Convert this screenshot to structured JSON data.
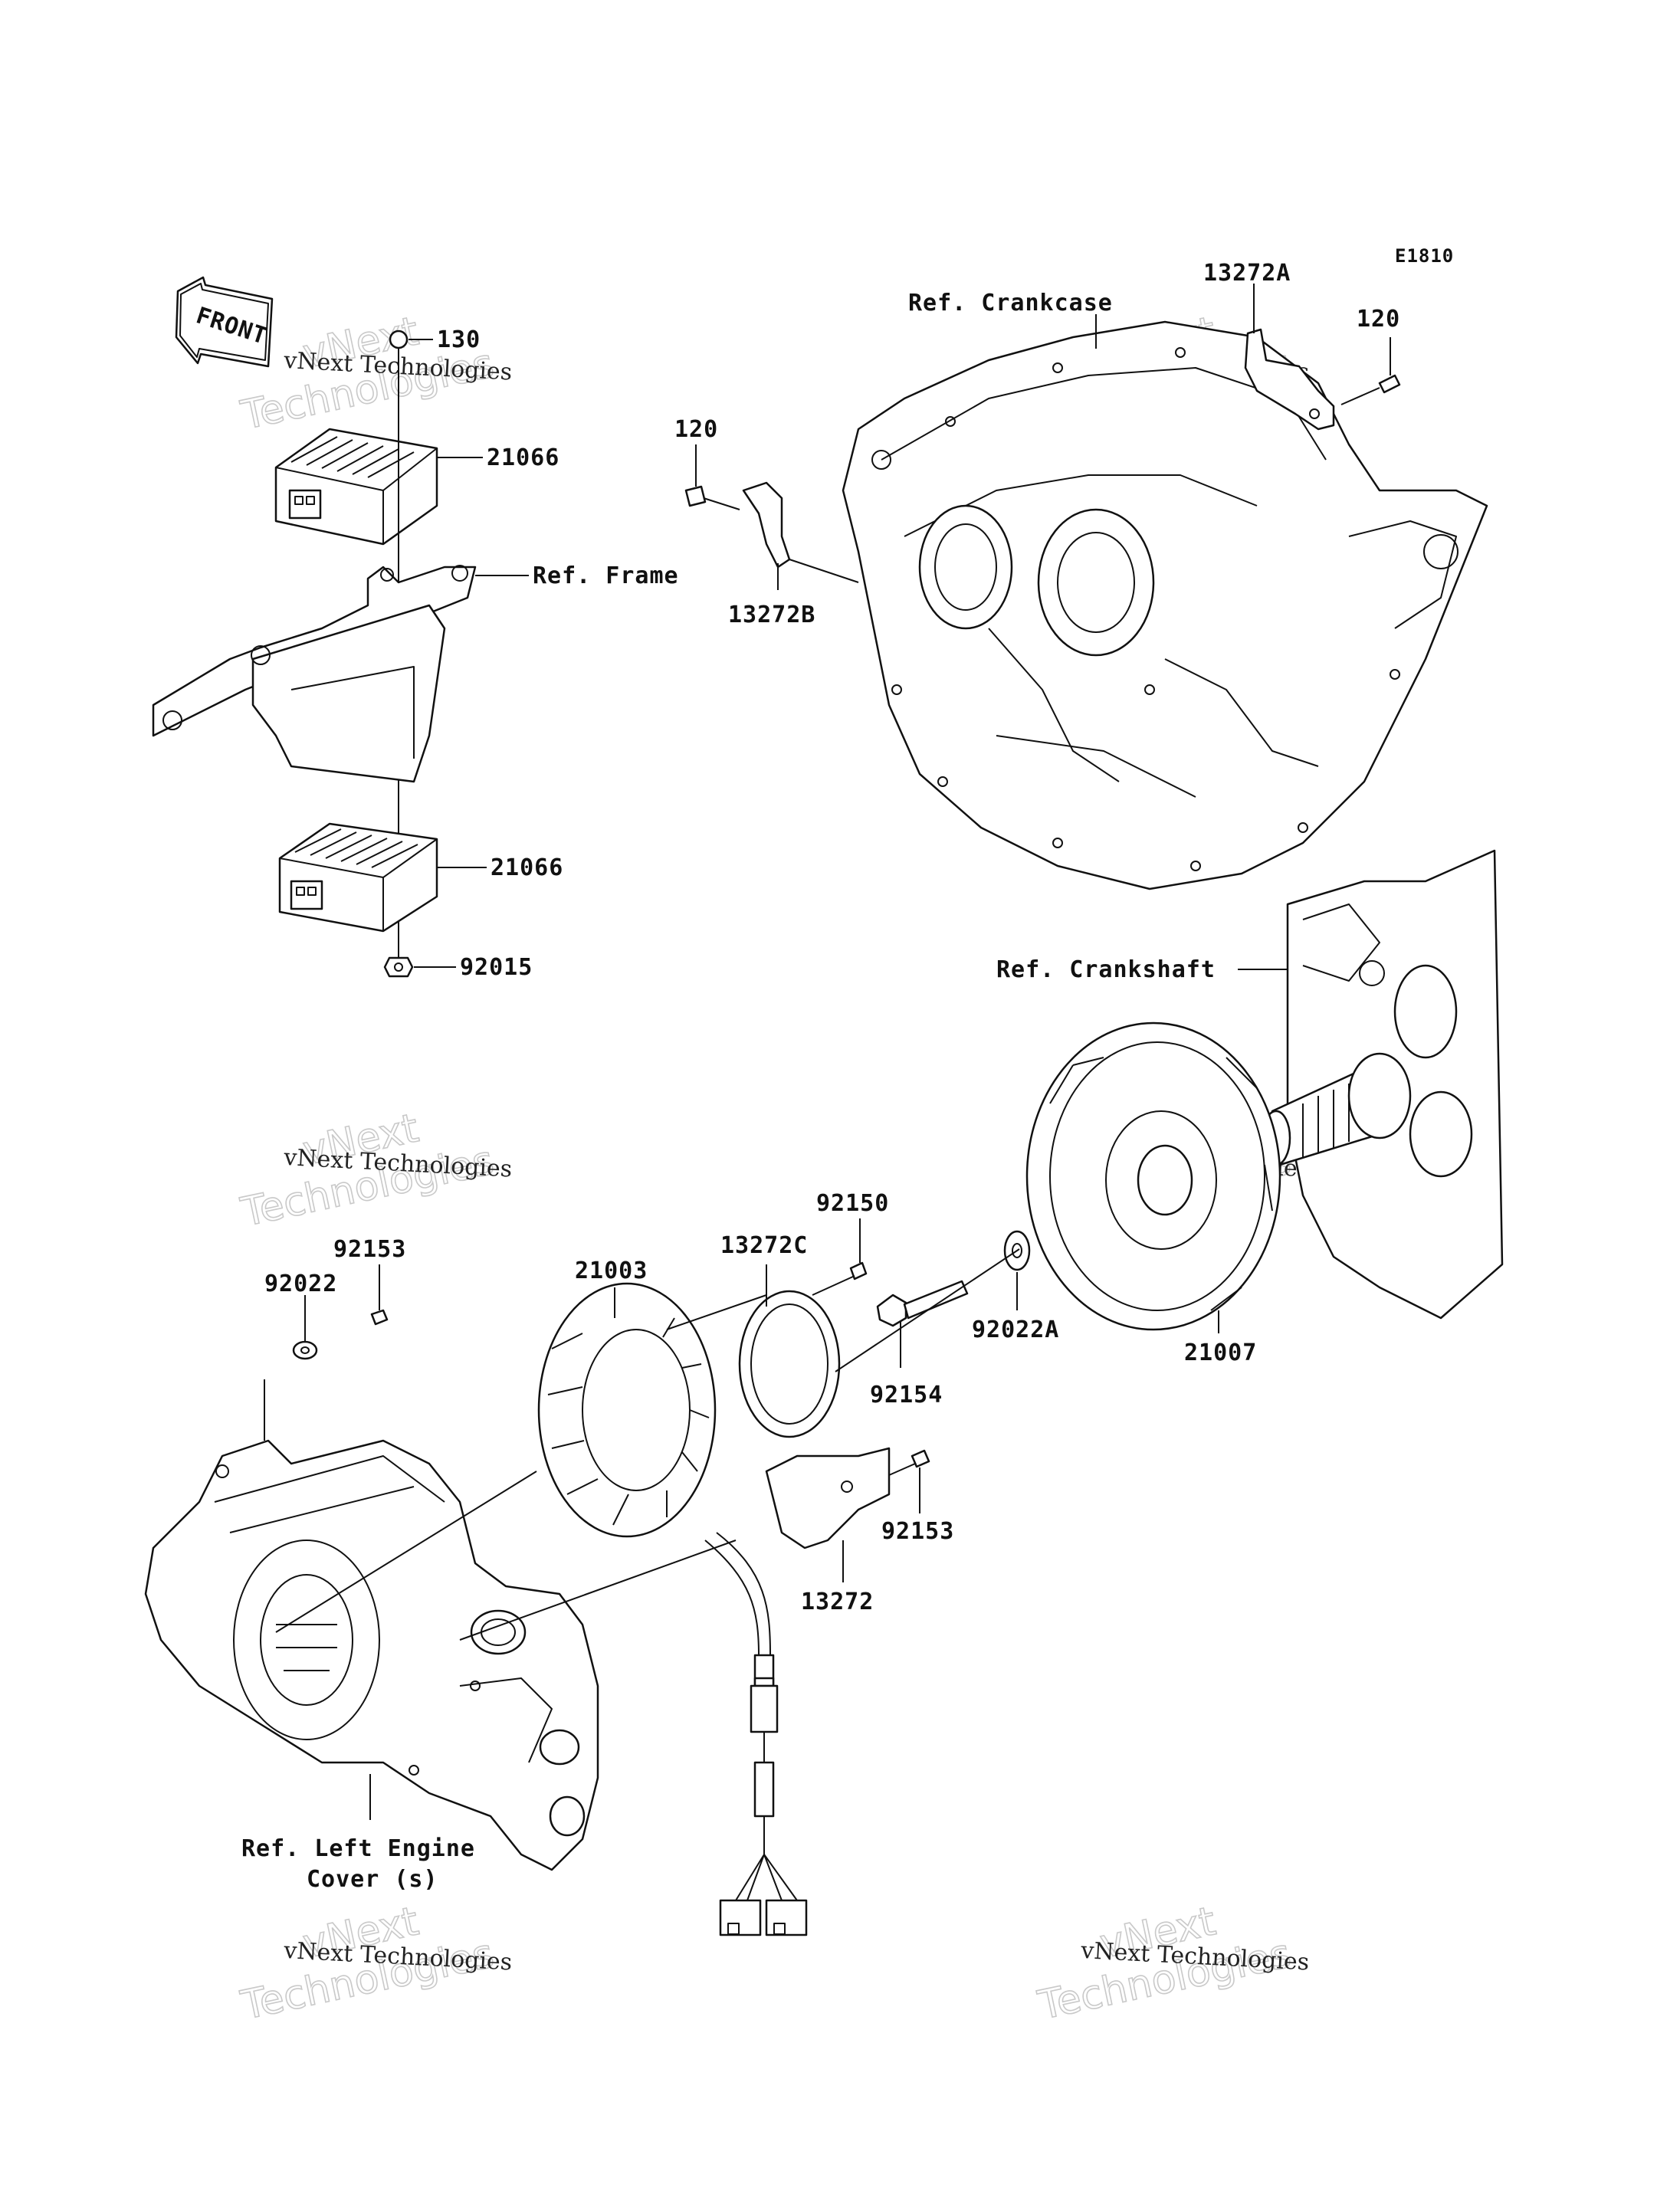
{
  "diagram_code": "E1810",
  "front_label": "FRONT",
  "watermark": {
    "line1": "vNext Technologies",
    "line2": "vNext",
    "line3": "Technologies"
  },
  "labels": {
    "p130": "130",
    "p21066_top": "21066",
    "ref_frame": "Ref. Frame",
    "p21066_bottom": "21066",
    "p92015": "92015",
    "p120_left": "120",
    "p13272B": "13272B",
    "ref_crankcase": "Ref. Crankcase",
    "p13272A": "13272A",
    "p120_right": "120",
    "ref_crankshaft": "Ref. Crankshaft",
    "p92150": "92150",
    "p13272C": "13272C",
    "p21003": "21003",
    "p92153_left": "92153",
    "p92022": "92022",
    "p92154": "92154",
    "p92022A": "92022A",
    "p21007": "21007",
    "p92153_right": "92153",
    "p13272": "13272",
    "ref_left_cover_1": "Ref. Left Engine",
    "ref_left_cover_2": "Cover (s)"
  }
}
